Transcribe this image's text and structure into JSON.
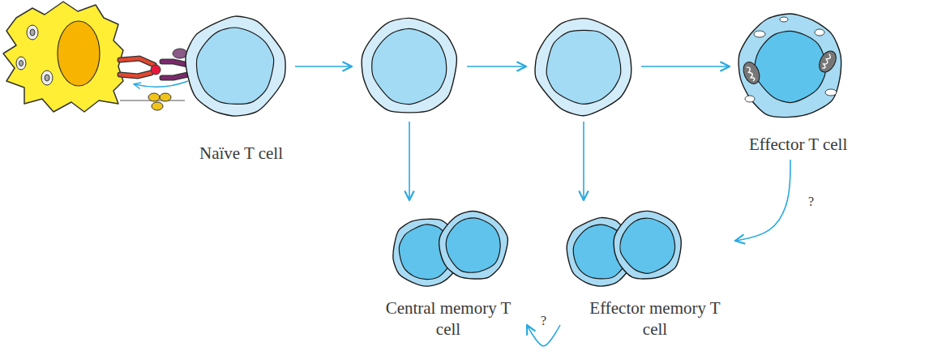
{
  "diagram": {
    "nodes": [
      {
        "text": [
          "Naïve T cell"
        ]
      },
      {
        "text": []
      },
      {
        "text": []
      },
      {
        "text": [
          "Effector T cell"
        ]
      },
      {
        "text": [
          "Central memory T cell"
        ]
      },
      {
        "text": [
          "Effector memory T cell"
        ]
      }
    ],
    "edges": [
      {
        "from": 0,
        "to": 1,
        "arrow": "to"
      },
      {
        "from": 1,
        "to": 2,
        "arrow": "to"
      },
      {
        "from": 2,
        "to": 3,
        "arrow": "to"
      },
      {
        "from": 1,
        "to": 4,
        "arrow": "to"
      },
      {
        "from": 2,
        "to": 5,
        "arrow": "to"
      },
      {
        "from": 3,
        "to": 5,
        "label": "?",
        "arrow": "to"
      },
      {
        "from": 5,
        "to": 4,
        "label": "?",
        "arrow": "to"
      }
    ]
  }
}
